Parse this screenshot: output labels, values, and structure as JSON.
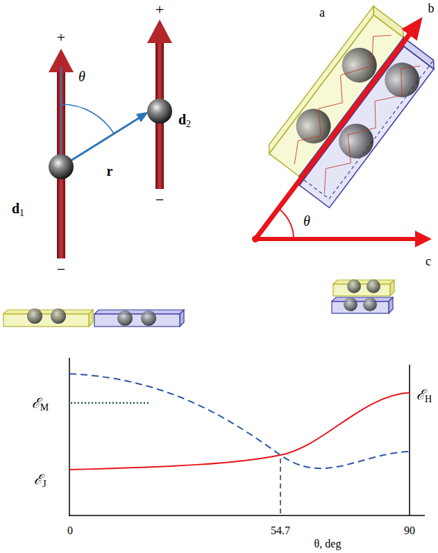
{
  "diagram": {
    "labels": [
      "a",
      "+",
      "+",
      "θ",
      "d2",
      "r",
      "d1",
      "−",
      "−",
      "b",
      "θ",
      "c",
      "ℰM",
      "ℰH",
      "ℰJ",
      "0",
      "54.7",
      "90",
      "θ, deg"
    ]
  }
}
